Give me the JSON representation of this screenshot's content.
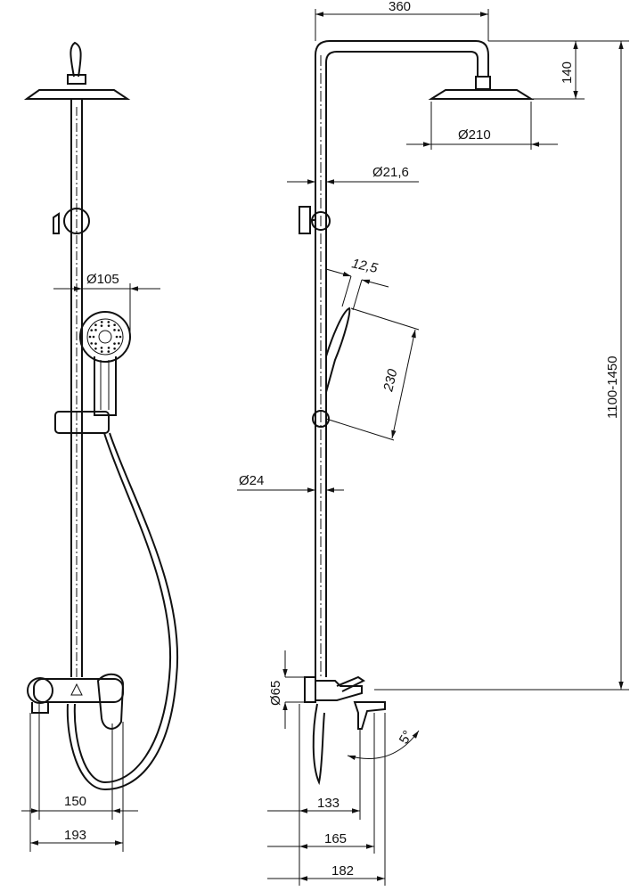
{
  "drawing": {
    "title": "",
    "dimensions": {
      "arm_length": "360",
      "head_drop": "140",
      "head_diameter": "Ø210",
      "pipe_diameter": "Ø21,6",
      "handle_width": "12,5",
      "hand_shower_length": "230",
      "hand_shower_diameter": "Ø105",
      "bar_diameter": "Ø24",
      "height_range": "1100-1450",
      "mixer_body_diameter": "Ø65",
      "spout_angle": "5°",
      "front_width_1": "150",
      "front_width_2": "193",
      "side_depth_1": "133",
      "side_depth_2": "165",
      "side_depth_3": "182"
    }
  }
}
